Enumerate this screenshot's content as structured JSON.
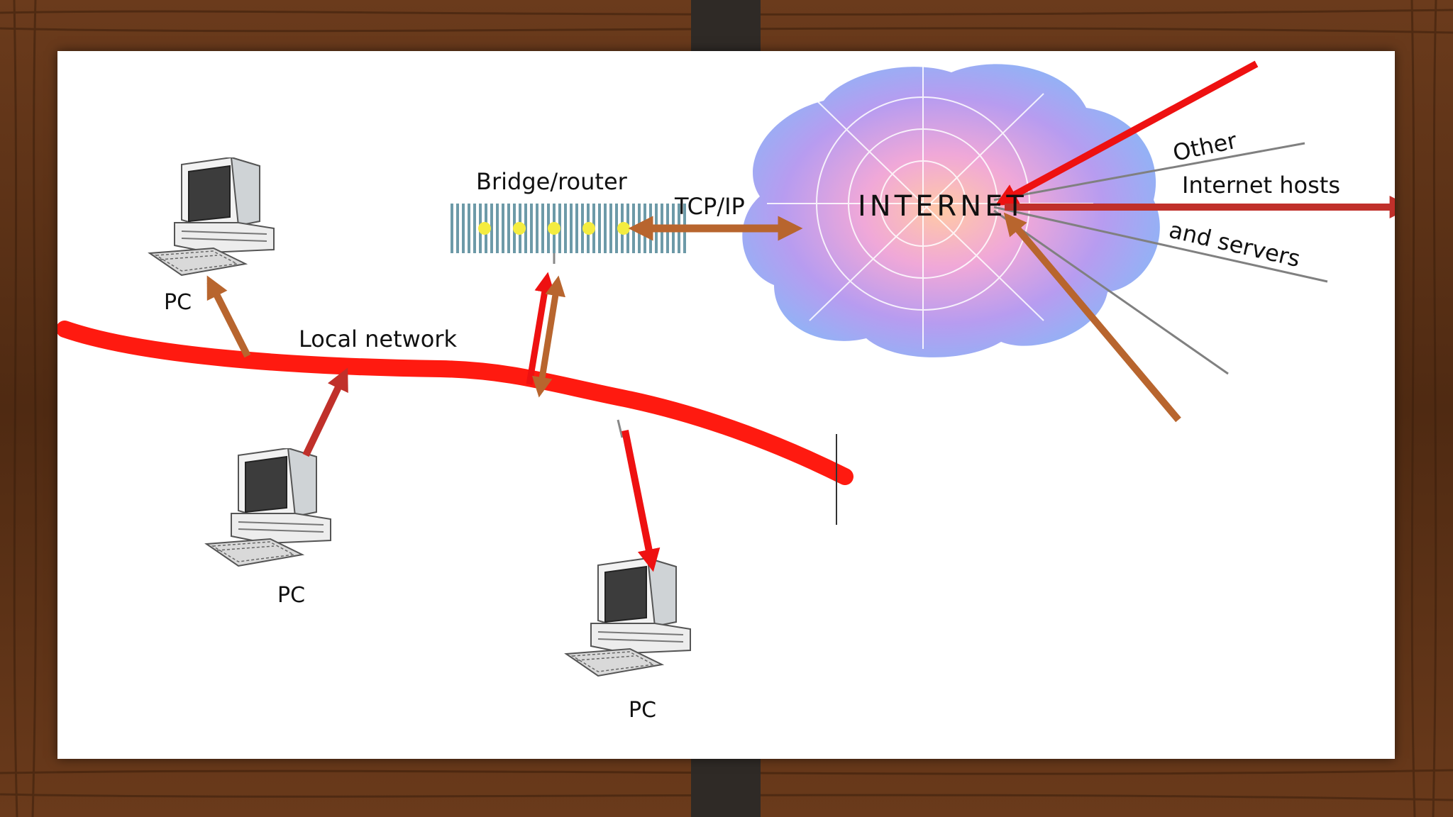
{
  "labels": {
    "bridge_router": "Bridge/router",
    "tcp_ip": "TCP/IP",
    "internet": "INTERNET",
    "local_network": "Local network",
    "other": "Other",
    "internet_hosts": "Internet hosts",
    "and_servers": "and servers",
    "pc_top_left": "PC",
    "pc_mid_left": "PC",
    "pc_bottom": "PC"
  },
  "colors": {
    "wood": "#5a3218",
    "slide_bg": "#ffffff",
    "network_cable": "#ff1a10",
    "arrow_red": "#ee1111",
    "arrow_dark_red": "#c0302a",
    "arrow_brown": "#b8652e",
    "cloud_blue": "#8fb0f4",
    "cloud_center": "#ffc0a8",
    "cloud_ring": "#c49ce8",
    "router_led": "#f4ec40"
  }
}
